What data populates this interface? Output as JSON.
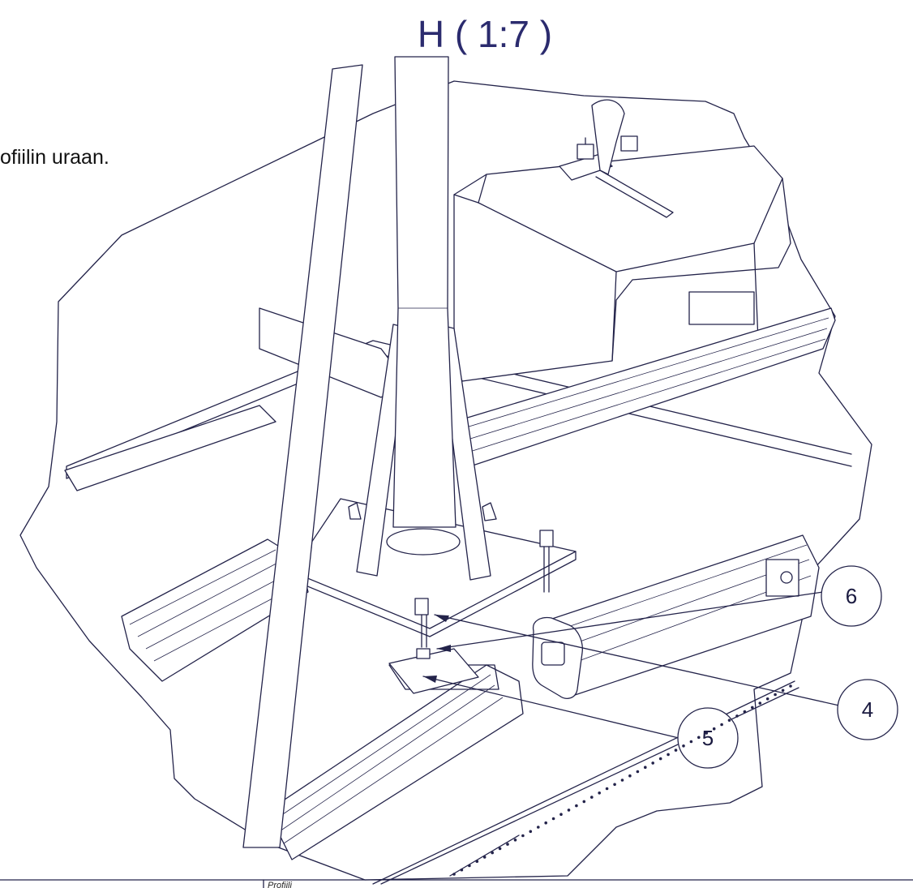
{
  "view_title": "H ( 1:7 )",
  "note_text": "ofiilin uraan.",
  "balloons": [
    {
      "id": "4",
      "label": "4"
    },
    {
      "id": "5",
      "label": "5"
    },
    {
      "id": "6",
      "label": "6"
    }
  ],
  "title_block": {
    "field_label": "Profiili"
  },
  "colors": {
    "line": "#23234a",
    "title": "#2b2b6e"
  }
}
